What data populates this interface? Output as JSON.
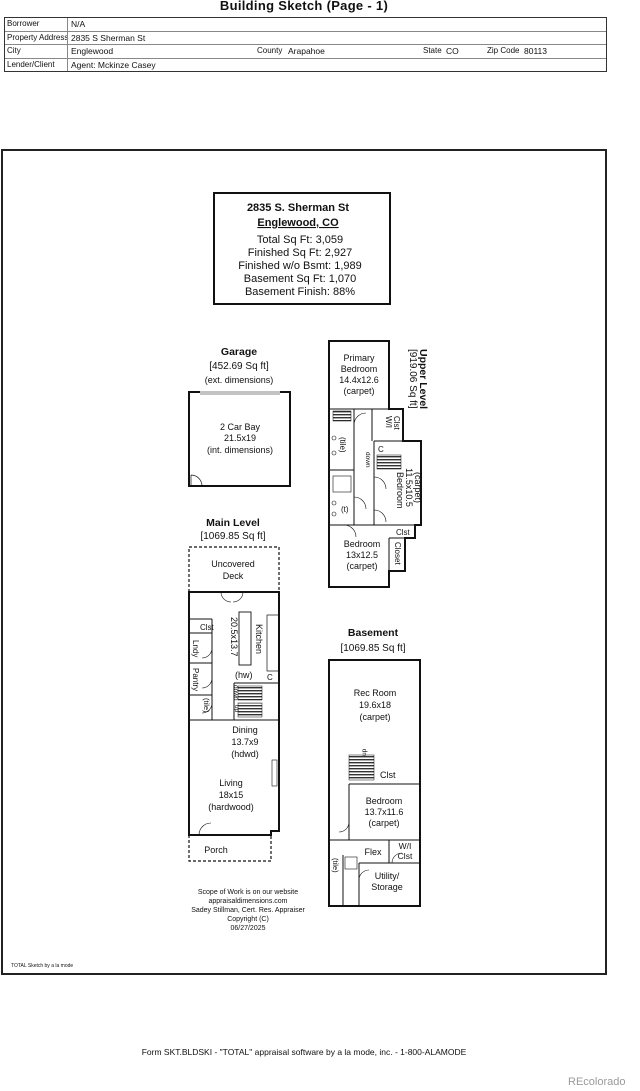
{
  "header": {
    "title": "Building Sketch (Page - 1)",
    "borrower_label": "Borrower",
    "borrower": "N/A",
    "address_label": "Property Address",
    "address": "2835 S Sherman St",
    "city_label": "City",
    "city": "Englewood",
    "county_label": "County",
    "county": "Arapahoe",
    "state_label": "State",
    "state": "CO",
    "zip_label": "Zip Code",
    "zip": "80113",
    "lender_label": "Lender/Client",
    "lender": "Agent: Mckinze Casey"
  },
  "summary": {
    "street": "2835 S. Sherman St",
    "city": "Englewood, CO",
    "total": "Total Sq Ft: 3,059",
    "finished": "Finished Sq Ft: 2,927",
    "finished_wo_bsmt": "Finished w/o Bsmt: 1,989",
    "basement": "Basement Sq Ft: 1,070",
    "basement_finish": "Basement Finish: 88%"
  },
  "garage": {
    "title": "Garage",
    "area": "[452.69 Sq ft]",
    "note": "(ext. dimensions)",
    "bay": "2 Car Bay",
    "dims": "21.5x19",
    "dims_note": "(int. dimensions)"
  },
  "upper": {
    "title": "Upper Level",
    "area": "[919.06 Sq ft]",
    "primary": [
      "Primary",
      "Bedroom",
      "14.4x12.6",
      "(carpet)"
    ],
    "wic": [
      "W/I",
      "Clst"
    ],
    "c": "C",
    "tile": "(tile)",
    "t": "(t)",
    "down": "down",
    "bedroom2": [
      "Bedroom",
      "11.5x10.5",
      "(carpet)"
    ],
    "clst": "Clst",
    "closet": "Closet",
    "bedroom3": [
      "Bedroom",
      "13x12.5",
      "(carpet)"
    ]
  },
  "main": {
    "title": "Main Level",
    "area": "[1069.85 Sq ft]",
    "deck": [
      "Uncovered",
      "Deck"
    ],
    "clst": "Clst",
    "lndy": "Lndy",
    "pantry": "Pantry",
    "tile": "(tile)",
    "kitchen_dims": "20.5x13.7",
    "kitchen": "Kitchen",
    "hw": "(hw)",
    "c": "C",
    "down": "down",
    "up": "up",
    "dining": [
      "Dining",
      "13.7x9",
      "(hdwd)"
    ],
    "living": [
      "Living",
      "18x15",
      "(hardwood)"
    ],
    "porch": "Porch"
  },
  "basement": {
    "title": "Basement",
    "area": "[1069.85 Sq ft]",
    "rec": [
      "Rec Room",
      "19.6x18",
      "(carpet)"
    ],
    "up": "up",
    "clst": "Clst",
    "bedroom": [
      "Bedroom",
      "13.7x11.6",
      "(carpet)"
    ],
    "flex": "Flex",
    "wic": [
      "W/I",
      "Clst"
    ],
    "tile": "(tile)",
    "utility": [
      "Utility/",
      "Storage"
    ]
  },
  "scope": [
    "Scope of Work is on our website",
    "appraisaldimensions.com",
    "Sadey Stillman, Cert. Res. Appraiser",
    "Copyright (C)",
    "06/27/2025"
  ],
  "sketch_credit": "TOTAL Sketch by a la mode",
  "footer": "Form SKT.BLDSKI - \"TOTAL\" appraisal software by a la mode, inc. - 1-800-ALAMODE",
  "watermark": "REcolorado"
}
